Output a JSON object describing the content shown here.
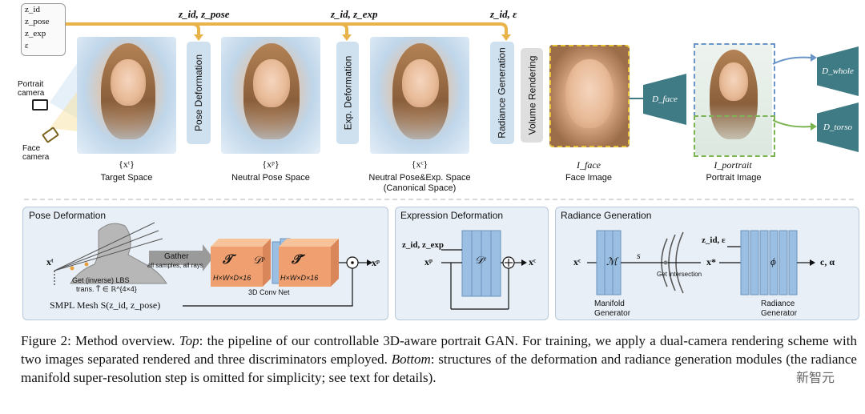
{
  "latent_legend": [
    "z_id",
    "z_pose",
    "z_exp",
    "ε"
  ],
  "top_latents": {
    "pose": "z_id, z_pose",
    "exp": "z_id, z_exp",
    "radiance": "z_id, ε"
  },
  "cameras": {
    "portrait": [
      "Portrait",
      "camera"
    ],
    "face": [
      "Face",
      "camera"
    ]
  },
  "modules_top": {
    "pose_deformation": "Pose Deformation",
    "exp_deformation": "Exp. Deformation",
    "radiance_generation": "Radiance Generation",
    "volume_rendering": "Volume Rendering"
  },
  "spaces": {
    "target": {
      "symbol": "{xᵗ}",
      "label": "Target Space"
    },
    "neutral_pose": {
      "symbol": "{xᵖ}",
      "label": "Neutral Pose Space"
    },
    "canonical": {
      "symbol": "{xᶜ}",
      "label_1": "Neutral Pose&Exp. Space",
      "label_2": "(Canonical Space)"
    }
  },
  "images": {
    "face": {
      "symbol": "I_face",
      "label": "Face Image"
    },
    "portrait": {
      "symbol": "I_portrait",
      "label": "Portrait Image"
    }
  },
  "discriminators": {
    "face": "D_face",
    "whole": "D_whole",
    "torso": "D_torso"
  },
  "pose_panel": {
    "title": "Pose Deformation",
    "input": "xᵗ",
    "lbs_1": "Get (inverse) LBS",
    "lbs_2": "trans. T̄ ∈ ℝ^{4×4}",
    "gather_1": "Gather",
    "gather_2": "all samples, all rays",
    "vol_1": "𝒯",
    "vol_1_size": "H×W×D×16",
    "net": "𝒟ᵖ",
    "vol_2": "𝒯̄",
    "vol_2_size": "H×W×D×16",
    "net_label": "3D Conv Net",
    "output": "xᵖ",
    "smpl": "SMPL Mesh S(z_id, z_pose)"
  },
  "exp_panel": {
    "title": "Expression Deformation",
    "latent": "z_id, z_exp",
    "input": "xᵖ",
    "net": "𝒟ᵉ",
    "output": "xᶜ"
  },
  "radiance_panel": {
    "title": "Radiance Generation",
    "input": "xᶜ",
    "manifold": "ℳ",
    "manifold_label_1": "Manifold",
    "manifold_label_2": "Generator",
    "s": "s",
    "intersection": "Get intersection",
    "latent": "z_id, ε",
    "point": "x*",
    "net": "ϕ",
    "net_label_1": "Radiance",
    "net_label_2": "Generator",
    "output": "c, α"
  },
  "caption": {
    "lead": "Figure 2: Method overview. ",
    "top_word": "Top",
    "part1": ": the pipeline of our controllable 3D-aware portrait GAN. For training, we apply a dual-camera rendering scheme with two images separated rendered and three discriminators employed. ",
    "bottom_word": "Bottom",
    "part2": ": structures of the deformation and radiance generation modules (the radiance manifold super-resolution step is omitted for simplicity; see text for details)."
  },
  "watermark": "新智元",
  "colors": {
    "latent_arrow": "#e8b44a",
    "module_box": "#cfe0ee",
    "discriminator": "#3e7b84",
    "face_crop": "#e6c43a",
    "whole_crop": "#6a95c8",
    "torso_crop": "#7bb552",
    "volume": "#f0a070",
    "network": "#9bbfe3",
    "panel_bg": "#e8eff7"
  }
}
